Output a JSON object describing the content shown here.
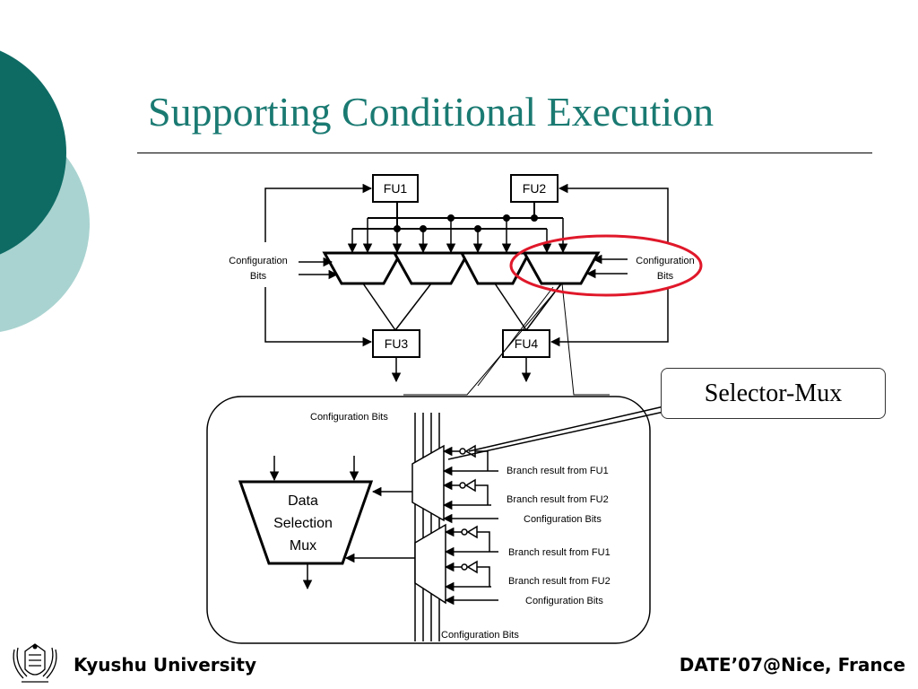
{
  "slide": {
    "title": "Supporting Conditional Execution"
  },
  "diagram": {
    "fu1": "FU1",
    "fu2": "FU2",
    "fu3": "FU3",
    "fu4": "FU4",
    "config_left_line1": "Configuration",
    "config_left_line2": "Bits",
    "config_right_line1": "Configuration",
    "config_right_line2": "Bits",
    "detail_config_top": "Configuration  Bits",
    "detail_config_bottom": "Configuration  Bits",
    "data_mux_line1": "Data",
    "data_mux_line2": "Selection",
    "data_mux_line3": "Mux",
    "upper_branch1": "Branch result from FU1",
    "upper_branch2": "Branch result from FU2",
    "upper_config": "Configuration Bits",
    "lower_branch1": "Branch result from FU1",
    "lower_branch2": "Branch result from FU2",
    "lower_config": "Configuration Bits"
  },
  "callout": {
    "label": "Selector-Mux"
  },
  "footer": {
    "left": "Kyushu University",
    "right": "DATE’07@Nice, France"
  },
  "colors": {
    "title": "#1a7a72",
    "dark_teal": "#0e6b64",
    "light_teal": "#a9d3d0",
    "highlight_ellipse": "#e0182a"
  }
}
